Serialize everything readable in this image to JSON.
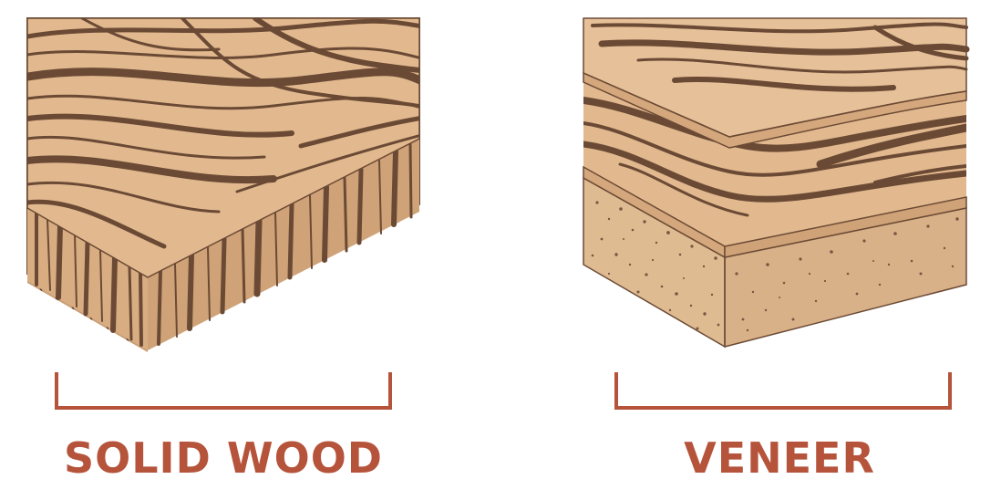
{
  "labels": {
    "solid_wood": "SOLID WOOD",
    "veneer": "VENEER"
  },
  "colors": {
    "wood_light": "#e2b98f",
    "wood_mid": "#d4a77c",
    "wood_side": "#c99d73",
    "grain_dark": "#6b4a35",
    "particle_board": "#dfbb92",
    "speck": "#7a5640",
    "accent": "#b5533b"
  },
  "icons": {
    "solid": "solid-wood-block-illustration",
    "veneer": "veneer-layers-illustration",
    "bracket": "bracket-icon"
  }
}
